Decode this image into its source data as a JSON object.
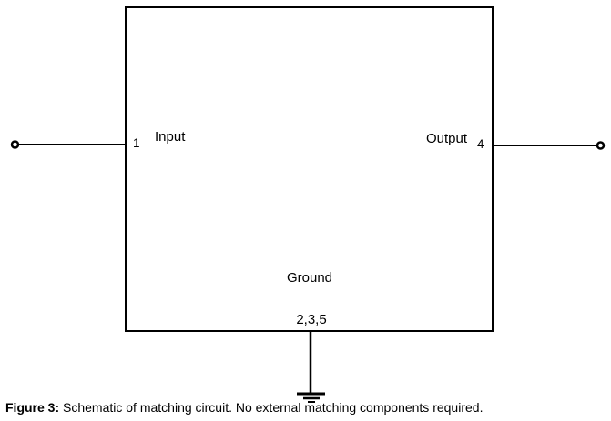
{
  "figure": {
    "pins": {
      "input": {
        "number": "1",
        "label": "Input"
      },
      "output": {
        "number": "4",
        "label": "Output"
      },
      "ground": {
        "label": "Ground",
        "numbers": "2,3,5"
      }
    },
    "caption": {
      "label": "Figure 3:",
      "text": "Schematic of matching circuit. No external matching components required."
    }
  },
  "colors": {
    "line": "#000000",
    "background": "#ffffff"
  }
}
